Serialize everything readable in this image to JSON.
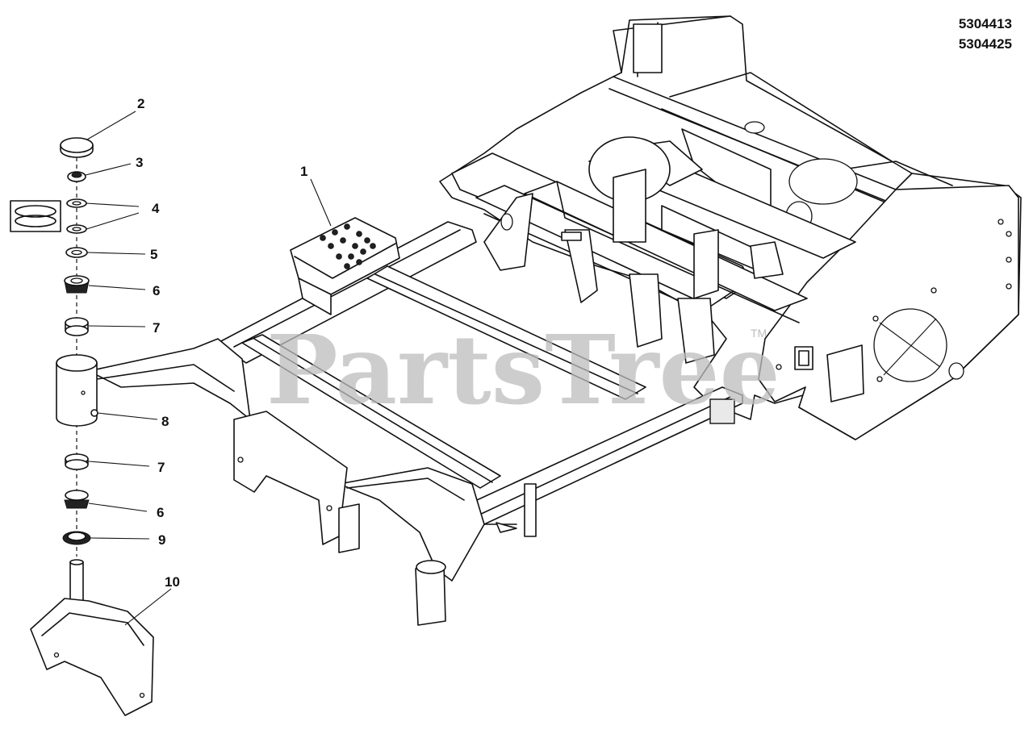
{
  "header": {
    "model_numbers": [
      "5304413",
      "5304425"
    ]
  },
  "watermark": {
    "text": "PartsTree",
    "trademark": "TM",
    "color": "#bdbdbd"
  },
  "callouts": [
    "1",
    "2",
    "3",
    "4",
    "5",
    "6",
    "7",
    "8",
    "7",
    "6",
    "9",
    "10"
  ]
}
